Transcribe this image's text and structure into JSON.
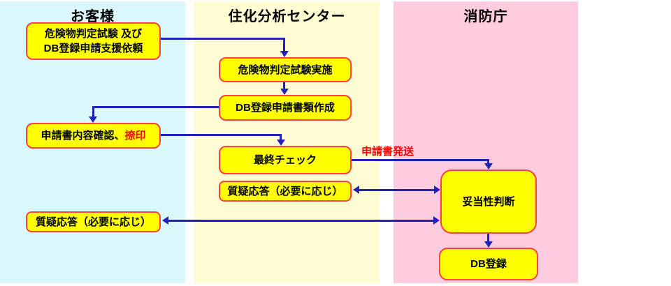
{
  "columns": [
    {
      "label": "お客様"
    },
    {
      "label": "住化分析センター"
    },
    {
      "label": "消防庁"
    }
  ],
  "boxes": {
    "request": {
      "line1": "危険物判定試験 及び",
      "line2": "DB登録申請支援依頼"
    },
    "test": {
      "label": "危険物判定試験実施"
    },
    "docs": {
      "label": "DB登録申請書類作成"
    },
    "confirm": {
      "label": "申請書内容確認、",
      "red": "捺印"
    },
    "final_check": {
      "label": "最終チェック"
    },
    "qa_center": {
      "label": "質疑応答（必要に応じ）"
    },
    "validity": {
      "label": "妥当性判断"
    },
    "qa_customer": {
      "label": "質疑応答（必要に応じ）"
    },
    "db_register": {
      "label": "DB登録"
    }
  },
  "annotations": {
    "dispatch": "申請書発送"
  },
  "colors": {
    "customer-col": "#daf8fb",
    "center-col": "#fffcd4",
    "agency-col": "#ffccdf",
    "box-fill": "#ffff00",
    "box-border": "#ff4141",
    "arrow": "#2222bb",
    "red-text": "#ff0000",
    "text": "#000000"
  }
}
